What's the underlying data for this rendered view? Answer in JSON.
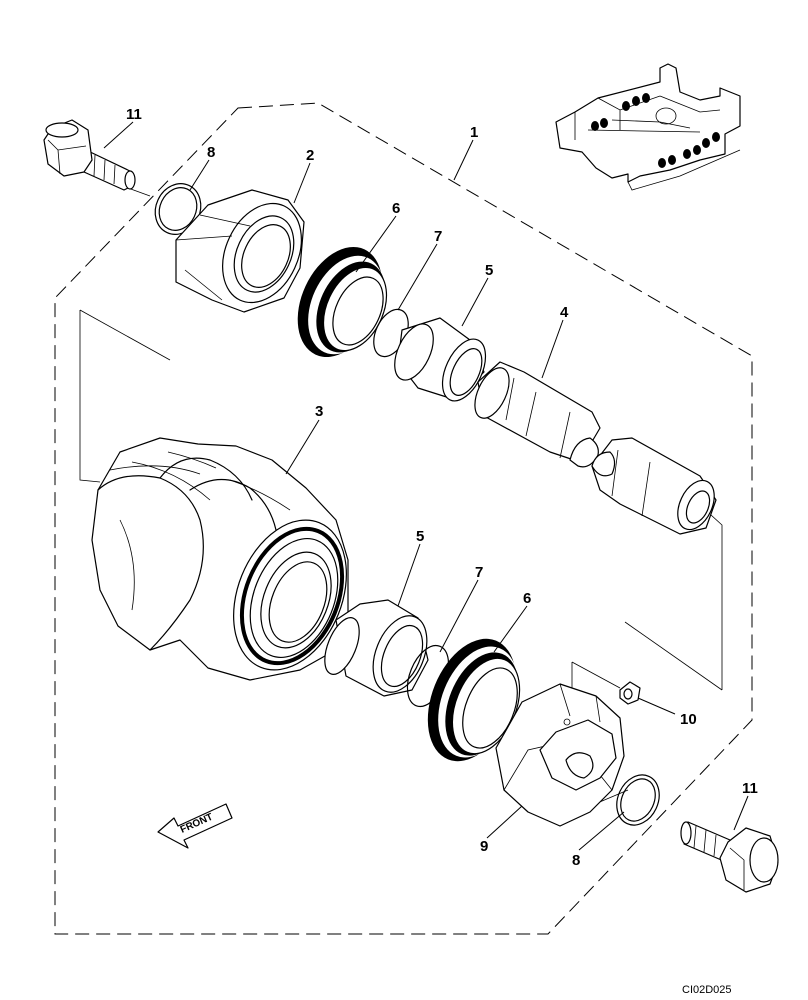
{
  "diagram": {
    "callouts": {
      "c1": "1",
      "c2": "2",
      "c3": "3",
      "c4": "4",
      "c5a": "5",
      "c5b": "5",
      "c6a": "6",
      "c6b": "6",
      "c7a": "7",
      "c7b": "7",
      "c8a": "8",
      "c8b": "8",
      "c9": "9",
      "c10": "10",
      "c11a": "11",
      "c11b": "11"
    },
    "front_label": "FRONT",
    "drawing_code": "CI02D025"
  }
}
